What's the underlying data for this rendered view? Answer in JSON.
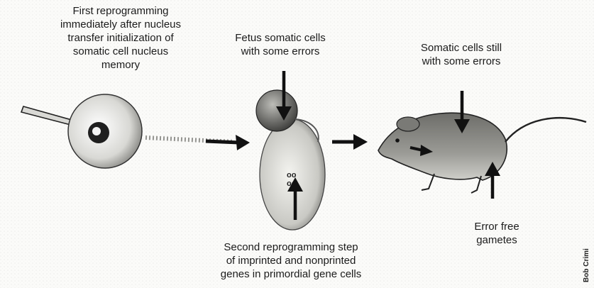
{
  "labels": {
    "first_reprogramming": "First reprogramming\nimmediately after nucleus\ntransfer initialization of\nsomatic cell nucleus\nmemory",
    "fetus_cells": "Fetus somatic cells\nwith some errors",
    "somatic_cells": "Somatic cells still\nwith some errors",
    "second_reprogramming": "Second reprogramming step\nof imprinted and nonprinted\ngenes in primordial gene cells",
    "error_free": "Error free\ngametes",
    "credit": "Bob Crimi"
  },
  "colors": {
    "ink": "#1b1b1b",
    "stipple": "#555555"
  }
}
